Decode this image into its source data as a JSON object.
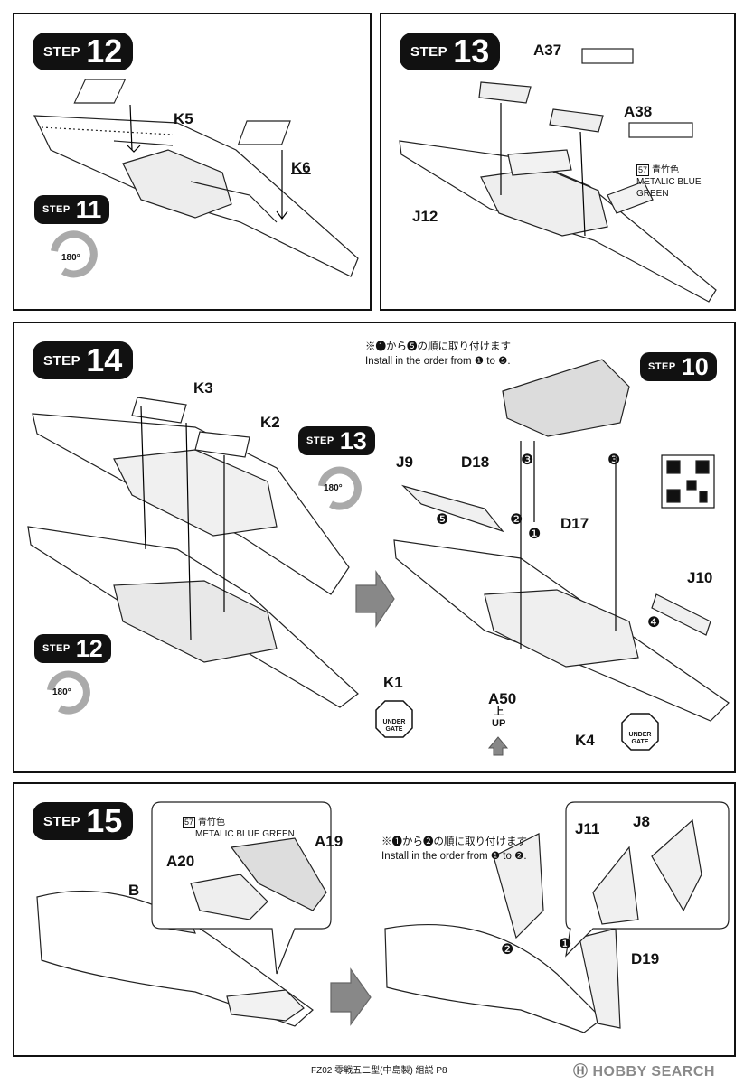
{
  "steps": {
    "s12": {
      "word": "STEP",
      "number": "12",
      "parts": [
        "K5",
        "K6"
      ],
      "ref_step": "11",
      "rotate": "180°"
    },
    "s13": {
      "word": "STEP",
      "number": "13",
      "parts": [
        "A37",
        "A38",
        "J12"
      ],
      "paint_code": "57",
      "paint_jp": "青竹色",
      "paint_en": "METALIC BLUE GREEN"
    },
    "s14": {
      "word": "STEP",
      "number": "14",
      "parts": [
        "K3",
        "K2",
        "J9",
        "D18",
        "D17",
        "J10",
        "K1",
        "A50",
        "K4"
      ],
      "ref_steps": [
        "13",
        "12",
        "10"
      ],
      "rotate": "180°",
      "note_jp": "※❶から❺の順に取り付けます",
      "note_en": "Install in the order from ❶ to ❺.",
      "order_marks": [
        "❶",
        "❷",
        "❸",
        "❸",
        "❹",
        "❺"
      ],
      "up_jp": "上",
      "up_en": "UP",
      "under_gate": "UNDER GATE"
    },
    "s15": {
      "word": "STEP",
      "number": "15",
      "parts": [
        "B",
        "A20",
        "A19",
        "J11",
        "J8",
        "D19"
      ],
      "paint_code": "57",
      "paint_jp": "青竹色",
      "paint_en": "METALIC BLUE GREEN",
      "note_jp": "※❶から❷の順に取り付けます",
      "note_en": "Install in the order from ❶ to ❷.",
      "order_marks": [
        "❷",
        "❶"
      ]
    }
  },
  "footer": {
    "text": "FZ02 零戦五二型(中島製) 組説 P8"
  },
  "watermark": {
    "logo": "Ⓗ",
    "text": "HOBBY SEARCH"
  }
}
